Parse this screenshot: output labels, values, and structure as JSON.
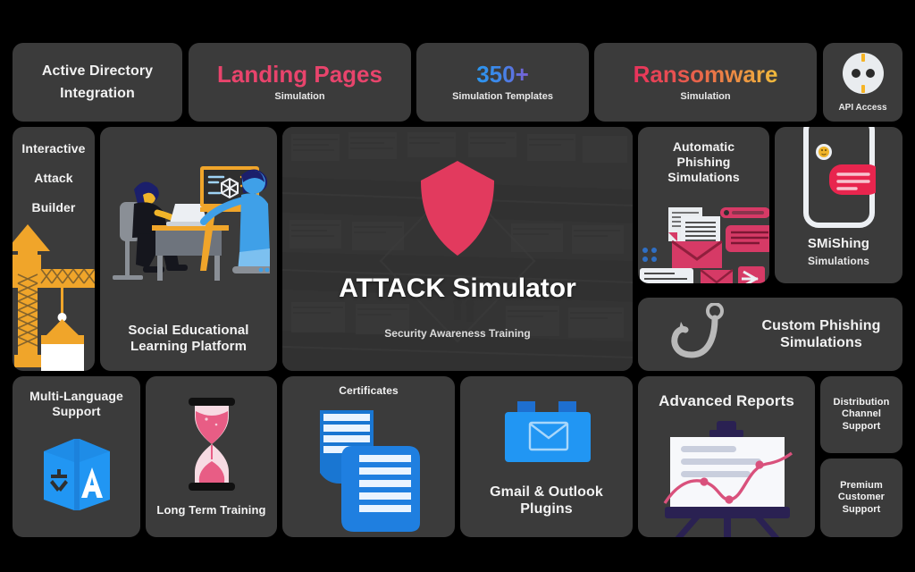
{
  "page": {
    "background_color": "#000000",
    "card_color": "#3b3b3b",
    "accent_pink": "#e8446c",
    "accent_blue": "#2a96f0",
    "accent_yellow": "#f5b425",
    "accent_navy": "#2a2152"
  },
  "top_row": [
    {
      "title": "Active Directory\nIntegration",
      "line1": "Active Directory",
      "line2": "Integration",
      "subtitle": "",
      "icon": ""
    },
    {
      "line1": "Landing Pages",
      "subtitle": "Simulation",
      "style": "pink"
    },
    {
      "line1": "350+",
      "subtitle": "Simulation Templates",
      "style": "blue-purple-gradient"
    },
    {
      "line1": "Ransomware",
      "subtitle": "Simulation",
      "style": "red-yellow-gradient"
    },
    {
      "line1": "",
      "subtitle": "API Access",
      "icon": "power-socket-icon"
    }
  ],
  "middle_row": {
    "interactive_attack_builder": {
      "line1": "Interactive",
      "line2": "Attack",
      "line3": "Builder",
      "icon": "crane-icon"
    },
    "social_learning": {
      "line1": "Social Educational",
      "line2": "Learning Platform",
      "icon": "classroom-illustration"
    },
    "hero": {
      "title": "ATTACK Simulator",
      "subtitle": "Security Awareness Training",
      "icon": "shield-icon",
      "shield_color": "#e23a5e"
    },
    "automatic_phishing": {
      "line1": "Automatic",
      "line2": "Phishing",
      "line3": "Simulations",
      "icon": "email-stack-illustration"
    },
    "smishing": {
      "line1": "SMiShing",
      "line2": "Simulations",
      "icon": "phone-chat-icon"
    },
    "custom_phishing": {
      "line1": "Custom Phishing",
      "line2": "Simulations",
      "icon": "fish-hook-icon"
    }
  },
  "bottom_row": {
    "multi_language": {
      "line1": "Multi-Language",
      "line2": "Support",
      "icon": "translate-book-icon"
    },
    "long_term_training": {
      "line1": "Long Term Training",
      "icon": "hourglass-icon"
    },
    "certificates": {
      "line1": "Certificates",
      "icon": "documents-icon"
    },
    "gmail_outlook": {
      "line1": "Gmail & Outlook",
      "line2": "Plugins",
      "icon": "plugin-brick-mail-icon"
    },
    "advanced_reports": {
      "line1": "Advanced Reports",
      "icon": "presentation-chart-icon"
    },
    "distribution_channel": {
      "line1": "Distribution",
      "line2": "Channel",
      "line3": "Support"
    },
    "premium_customer": {
      "line1": "Premium",
      "line2": "Customer",
      "line3": "Support"
    }
  }
}
